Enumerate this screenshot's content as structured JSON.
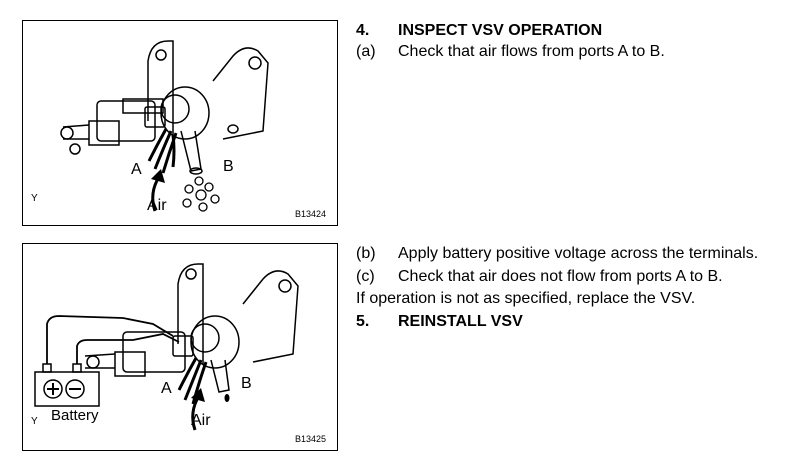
{
  "figure1": {
    "label_a": "A",
    "label_b": "B",
    "label_air": "Air",
    "corner_mark": "Y",
    "code": "B13424"
  },
  "figure2": {
    "label_a": "A",
    "label_b": "B",
    "label_air": "Air",
    "label_battery": "Battery",
    "corner_mark": "Y",
    "code": "B13425",
    "battery_terminals": "+−"
  },
  "section4": {
    "number": "4.",
    "title": "INSPECT VSV OPERATION"
  },
  "steps": {
    "a": {
      "marker": "(a)",
      "text": "Check that air flows from ports A to B."
    },
    "b": {
      "marker": "(b)",
      "text": "Apply battery positive voltage across the terminals."
    },
    "c": {
      "marker": "(c)",
      "text": "Check that air does not flow from ports A to B."
    }
  },
  "note": "If operation is not as specified, replace the VSV.",
  "section5": {
    "number": "5.",
    "title": "REINSTALL VSV"
  }
}
